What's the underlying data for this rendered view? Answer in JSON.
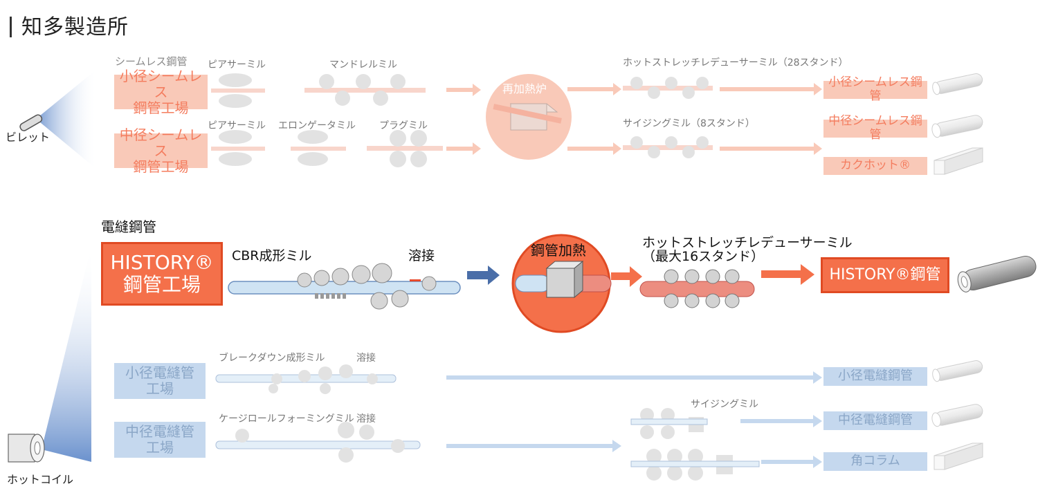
{
  "header": {
    "title": "知多製造所"
  },
  "sources": {
    "billet": "ビレット",
    "hot_coil": "ホットコイル"
  },
  "seamless": {
    "section_label": "シームレス鋼管",
    "small_plant": "小径シームレス\n鋼管工場",
    "medium_plant": "中径シームレス\n鋼管工場",
    "row1_mills": [
      "ピアサーミル",
      "マンドレルミル"
    ],
    "row2_mills": [
      "ピアサーミル",
      "エロンゲータミル",
      "プラグミル"
    ],
    "reheat_furnace": "再加熱炉",
    "stretch_mill": "ホットストレッチレデューサーミル（28スタンド）",
    "sizing_mill": "サイジングミル（8スタンド）",
    "products": [
      "小径シームレス鋼管",
      "中径シームレス鋼管",
      "カクホット®"
    ]
  },
  "erw": {
    "section_label": "電縫鋼管",
    "history_plant": "HISTORY®\n鋼管工場",
    "cbr_mill": "CBR成形ミル",
    "welding": "溶接",
    "heating": "鋼管加熱",
    "stretch_mill": "ホットストレッチレデューサーミル\n（最大16スタンド）",
    "history_product": "HISTORY®鋼管",
    "small_plant": "小径電縫管\n工場",
    "medium_plant": "中径電縫管\n工場",
    "breakdown_mill": "ブレークダウン成形ミル",
    "cage_mill": "ケージロールフォーミングミル",
    "welding2": "溶接",
    "sizing_mill": "サイジングミル",
    "products": [
      "小径電縫鋼管",
      "中径電縫鋼管",
      "角コラム"
    ]
  },
  "colors": {
    "pink": "#f9c9b8",
    "pink_text": "#f47c5e",
    "red": "#f4704a",
    "blue": "#c5d8ee",
    "blue_text": "#8aa6c7",
    "arrow_blue": "#4a6ea8"
  }
}
